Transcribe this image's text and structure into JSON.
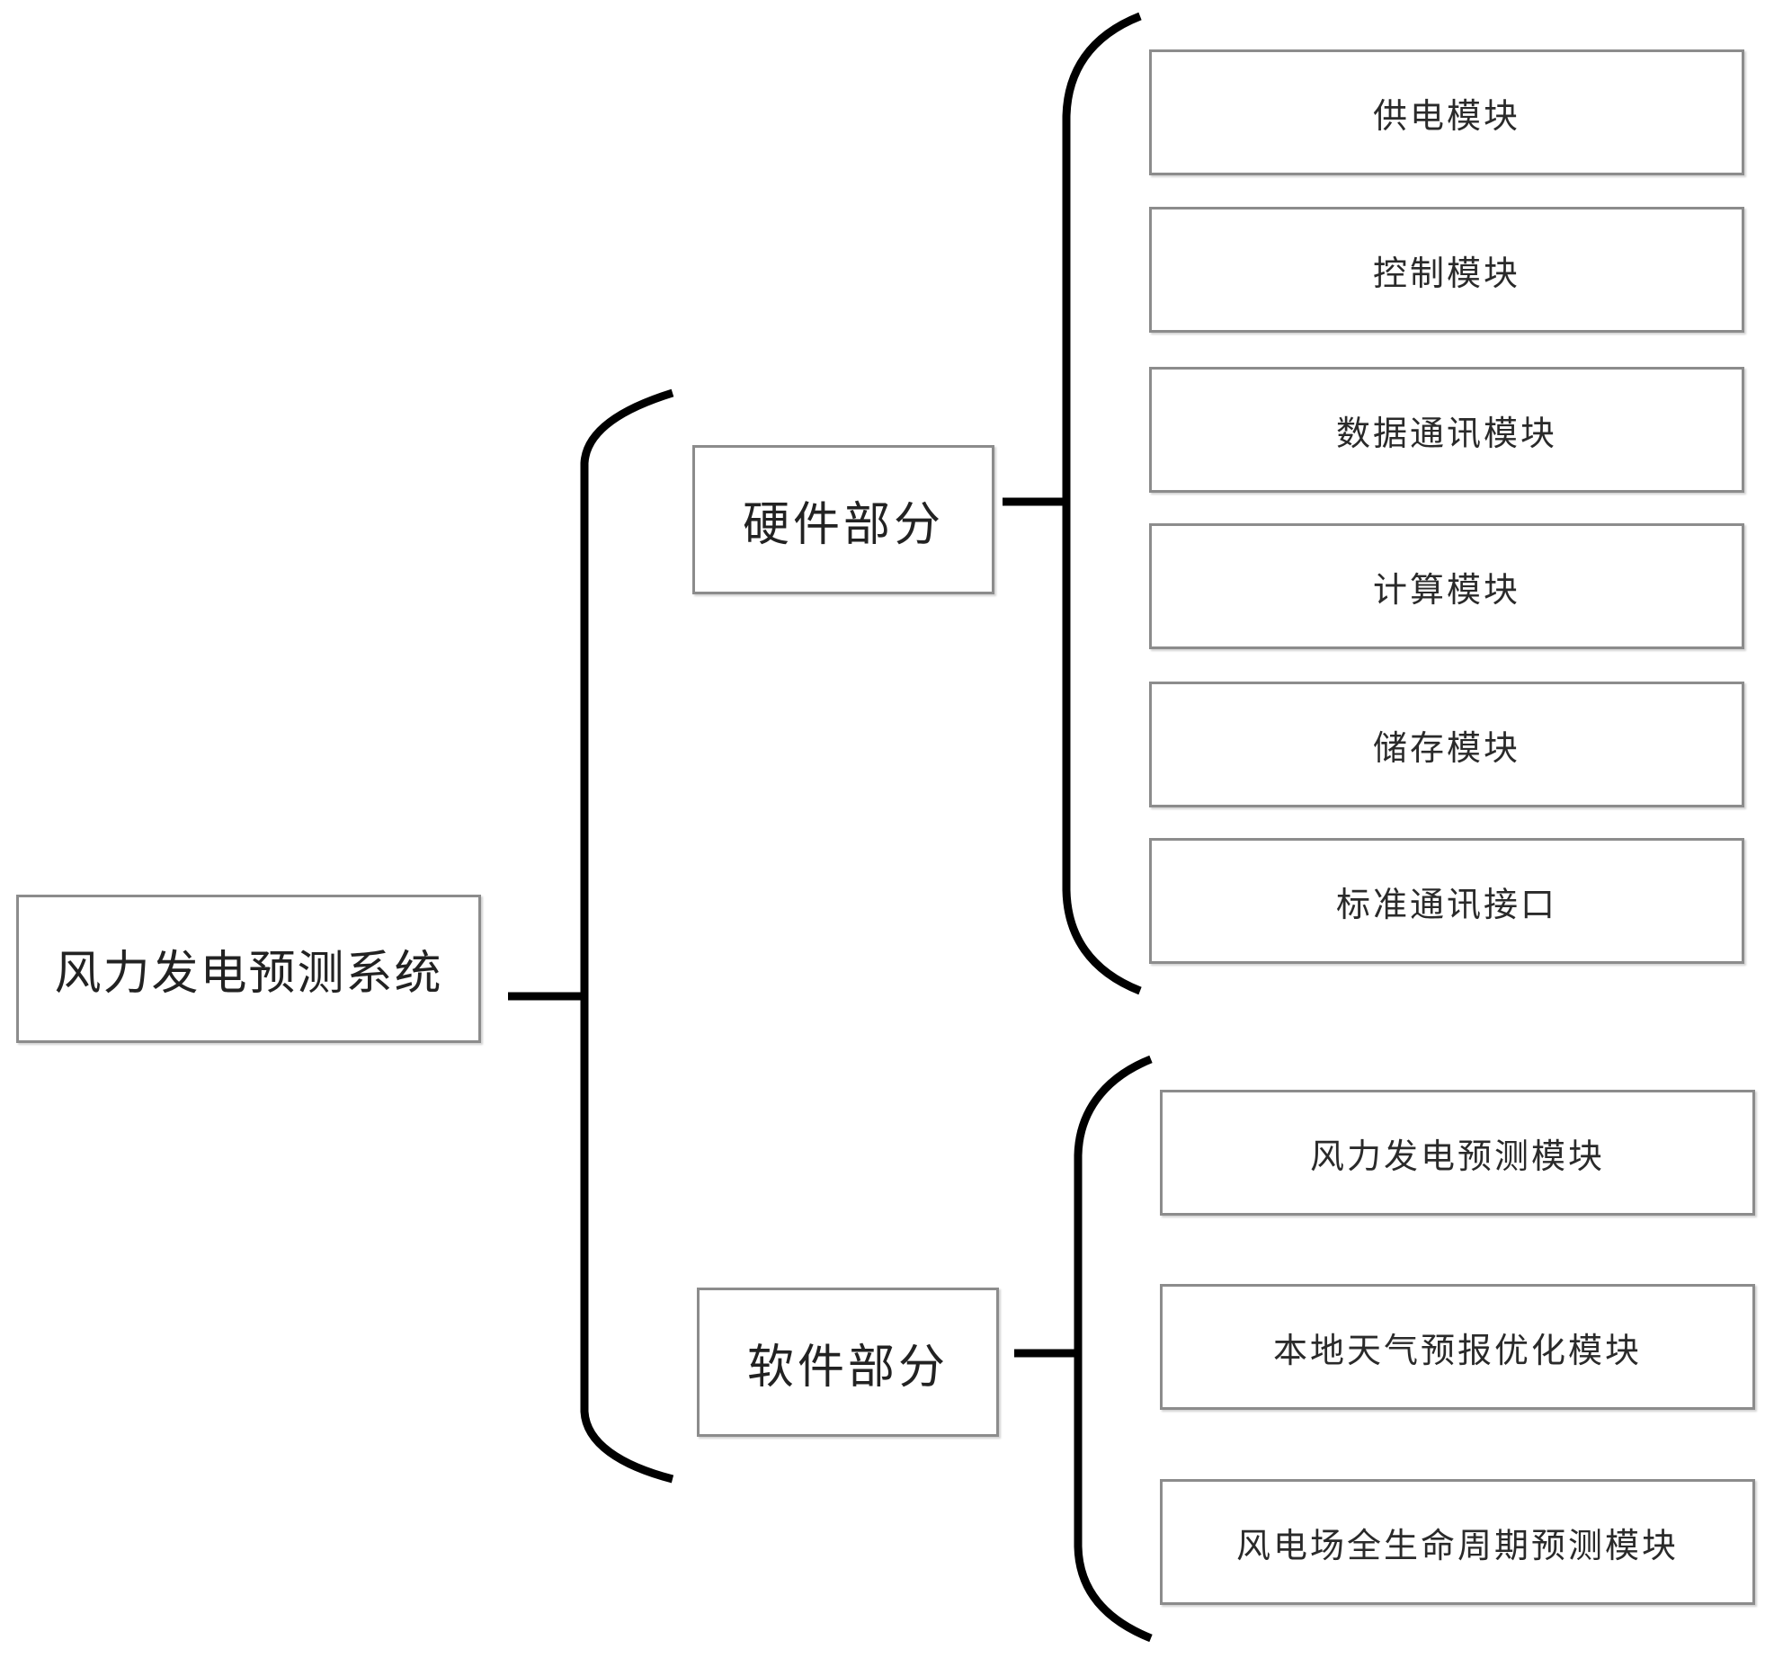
{
  "root": {
    "label": "风力发电预测系统"
  },
  "hardware": {
    "label": "硬件部分",
    "modules": [
      {
        "label": "供电模块"
      },
      {
        "label": "控制模块"
      },
      {
        "label": "数据通讯模块"
      },
      {
        "label": "计算模块"
      },
      {
        "label": "储存模块"
      },
      {
        "label": "标准通讯接口"
      }
    ]
  },
  "software": {
    "label": "软件部分",
    "modules": [
      {
        "label": "风力发电预测模块"
      },
      {
        "label": "本地天气预报优化模块"
      },
      {
        "label": "风电场全生命周期预测模块"
      }
    ]
  }
}
